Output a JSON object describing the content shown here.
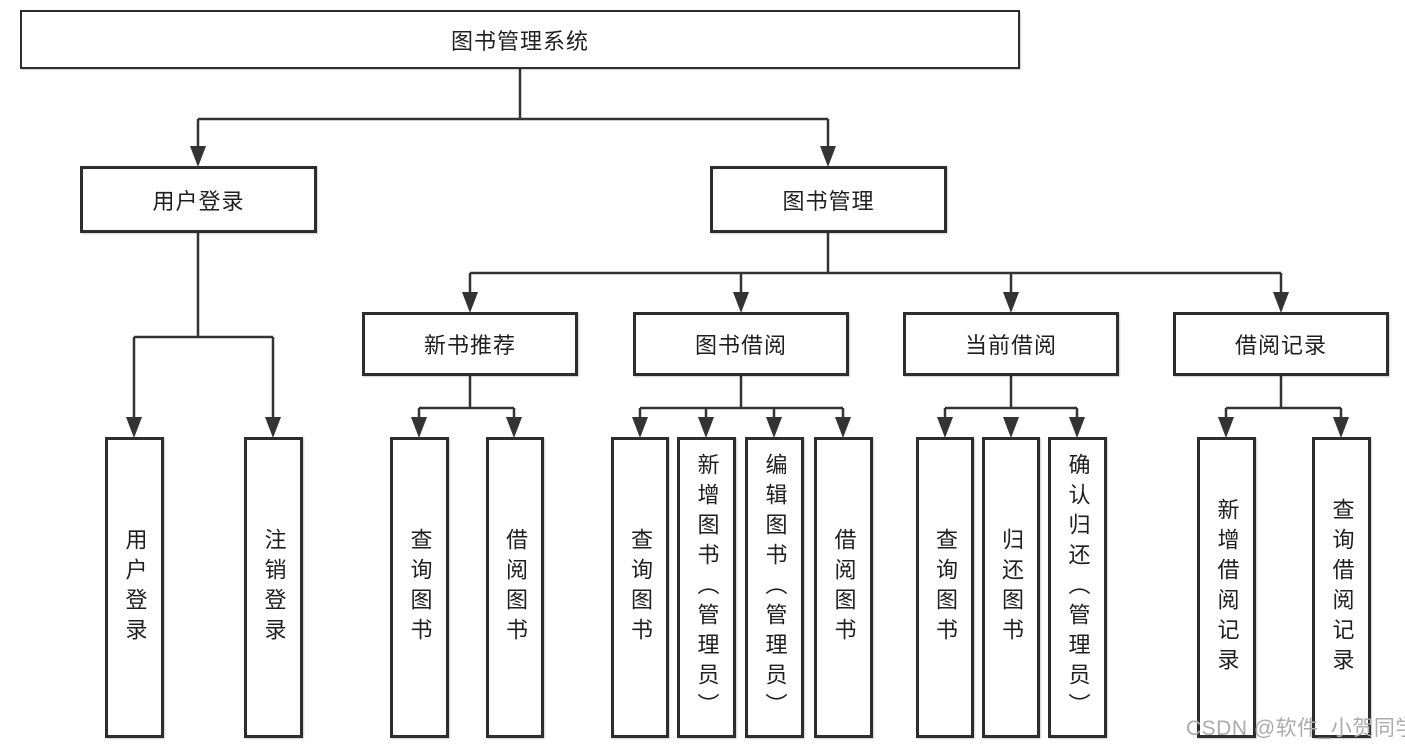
{
  "nodes": {
    "root": "图书管理系统",
    "user_login_group": "用户登录",
    "book_management": "图书管理",
    "new_book_recommend": "新书推荐",
    "book_borrow": "图书借阅",
    "current_borrow": "当前借阅",
    "borrow_record": "借阅记录",
    "user_login": "用户登录",
    "logout_login": "注销登录",
    "query_books_recommend": "查询图书",
    "borrow_books_recommend": "借阅图书",
    "query_books_borrow": "查询图书",
    "add_books_admin": "新增图书（管理员）",
    "edit_books_admin": "编辑图书（管理员）",
    "borrow_books_borrow": "借阅图书",
    "query_books_current": "查询图书",
    "return_books": "归还图书",
    "confirm_return_admin": "确认归还（管理员）",
    "add_borrow_record": "新增借阅记录",
    "query_borrow_record": "查询借阅记录"
  },
  "watermark": "CSDN @软件_小贺同学",
  "colors": {
    "line": "#333333",
    "box_border": "#2d2d2d",
    "text": "#1f1f1f",
    "watermark": "#ababab",
    "background": "#ffffff"
  }
}
